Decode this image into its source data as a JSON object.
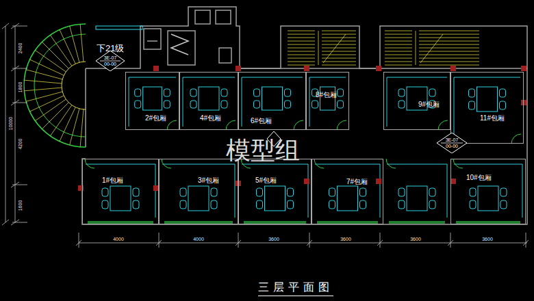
{
  "diagram": {
    "title": "三层平面图",
    "nodes": [
      {
        "text": [
          "2#包厢"
        ]
      },
      {
        "text": [
          "4#包厢"
        ]
      },
      {
        "text": [
          "6#包厢"
        ]
      },
      {
        "text": [
          "8#包厢"
        ]
      },
      {
        "text": [
          "9#包厢"
        ]
      },
      {
        "text": [
          "11#包厢"
        ]
      },
      {
        "text": [
          "1#包厢"
        ]
      },
      {
        "text": [
          "3#包厢"
        ]
      },
      {
        "text": [
          "5#包厢"
        ]
      },
      {
        "text": [
          "7#包厢"
        ]
      },
      {
        "text": [
          "10#包厢"
        ]
      },
      {
        "text": [
          "3E-07",
          "00-00"
        ]
      },
      {
        "text": [
          "3E-07",
          "00-00"
        ]
      }
    ],
    "labels": [
      "下21级",
      "模型组",
      "2400",
      "1800",
      "10000",
      "4200",
      "1600",
      "4000",
      "4000",
      "3600",
      "3600",
      "3600",
      "3600"
    ]
  }
}
